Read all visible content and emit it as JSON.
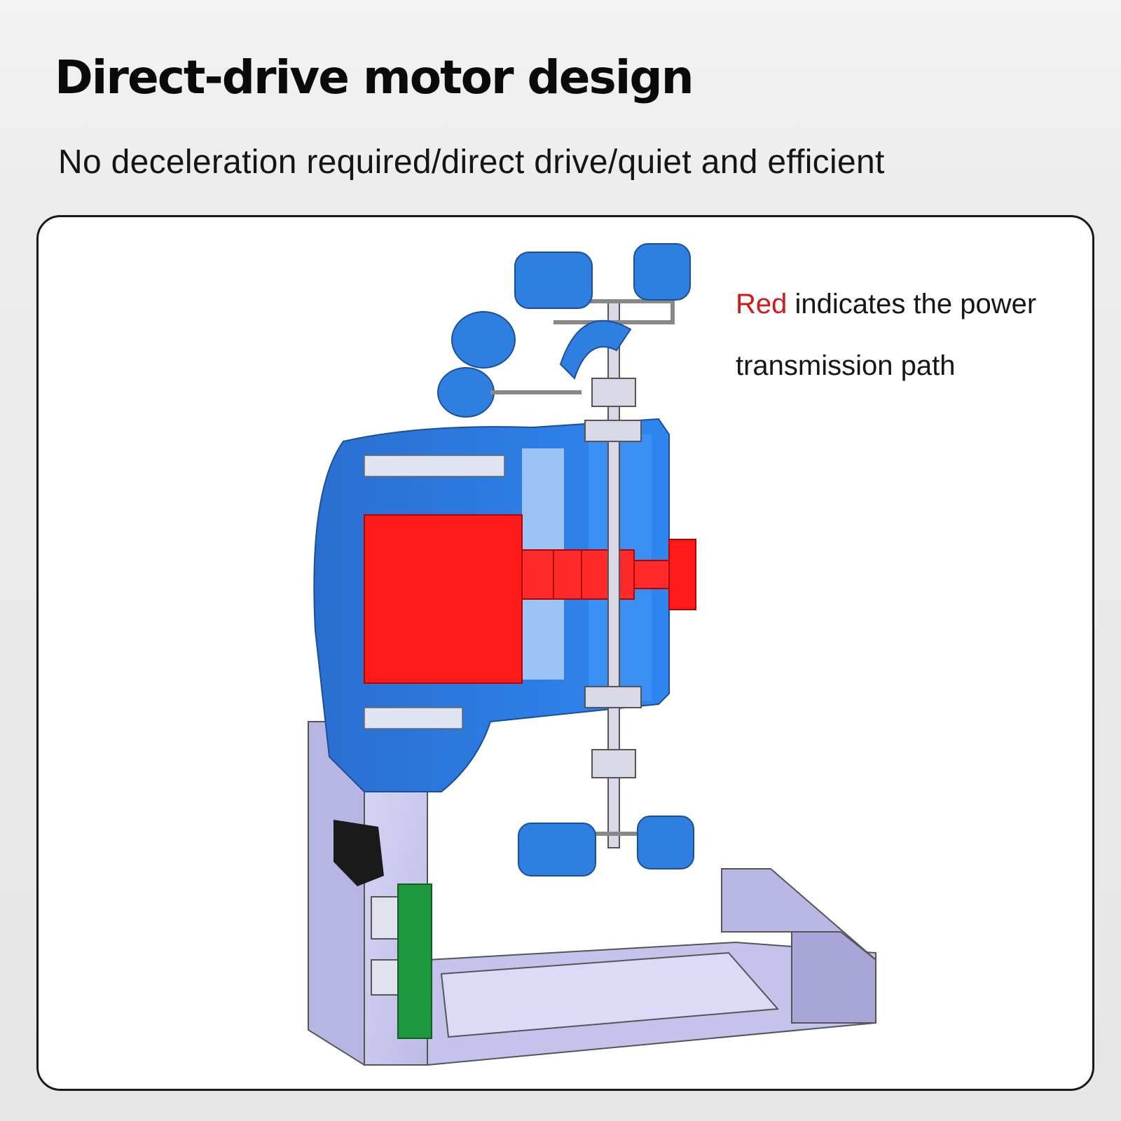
{
  "header": {
    "title": "Direct-drive motor design",
    "subtitle": "No deceleration required/direct drive/quiet and efficient"
  },
  "legend": {
    "highlight_word": "Red",
    "rest_text": " indicates the power transmission path"
  },
  "colors": {
    "housing_blue": "#1f77e0",
    "power_path_red": "#ff1a1a",
    "frame_lavender": "#c9c7ee",
    "pcb_green": "#1e9a3e",
    "shaft_gray": "#d8d8e6"
  }
}
